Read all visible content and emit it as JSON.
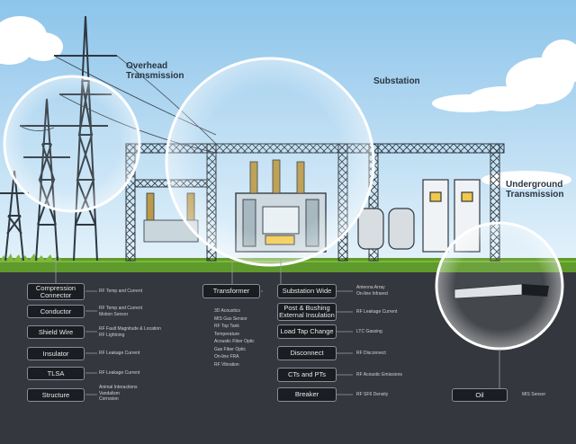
{
  "labels": {
    "overhead_line1": "Overhead",
    "overhead_line2": "Transmission",
    "substation": "Substation",
    "underground_line1": "Underground",
    "underground_line2": "Transmission"
  },
  "overhead": [
    {
      "label": "Compression Connector",
      "sensors": [
        "RF Temp and Current"
      ]
    },
    {
      "label": "Conductor",
      "sensors": [
        "RF Temp and Current",
        "Motion Sensor"
      ]
    },
    {
      "label": "Shield Wire",
      "sensors": [
        "RF Fault Magnitude & Location",
        "RF Lightning"
      ]
    },
    {
      "label": "Insulator",
      "sensors": [
        "RF Leakage Current"
      ]
    },
    {
      "label": "TLSA",
      "sensors": [
        "RF Leakage Current"
      ]
    },
    {
      "label": "Structure",
      "sensors": [
        "Animal Interactions",
        "Vandalism",
        "Corrosion"
      ]
    }
  ],
  "transformer": {
    "label": "Transformer",
    "sensors": [
      "3D Acoustics",
      "MIS Gas Sensor",
      "RF Top Tank",
      "Temperature",
      "Acoustic Fiber Optic",
      "Gas Fiber Optic",
      "On-line FRA",
      "RF Vibration"
    ]
  },
  "substation_items": [
    {
      "label": "Substation Wide",
      "sensors": [
        "Antenna Array",
        "On-line Infrared"
      ]
    },
    {
      "label": "Post & Bushing External Insulation",
      "sensors": [
        "RF Leakage Current"
      ]
    },
    {
      "label": "Load Tap Change",
      "sensors": [
        "LTC Gassing"
      ]
    },
    {
      "label": "Disconnect",
      "sensors": [
        "RF Disconnect"
      ]
    },
    {
      "label": "CTs and PTs",
      "sensors": [
        "RF Acoustic Emissions"
      ]
    },
    {
      "label": "Breaker",
      "sensors": [
        "RF SF6 Density"
      ]
    }
  ],
  "underground": {
    "label": "Oil",
    "sensors": [
      "MIS Sensor"
    ]
  },
  "colors": {
    "sky_top": "#8fc6ea",
    "sky_bottom": "#e3f2fb",
    "ground": "#34373d",
    "grass": "#5f9a2c",
    "steel": "#2f3840",
    "box_bg": "#1a1d22"
  }
}
